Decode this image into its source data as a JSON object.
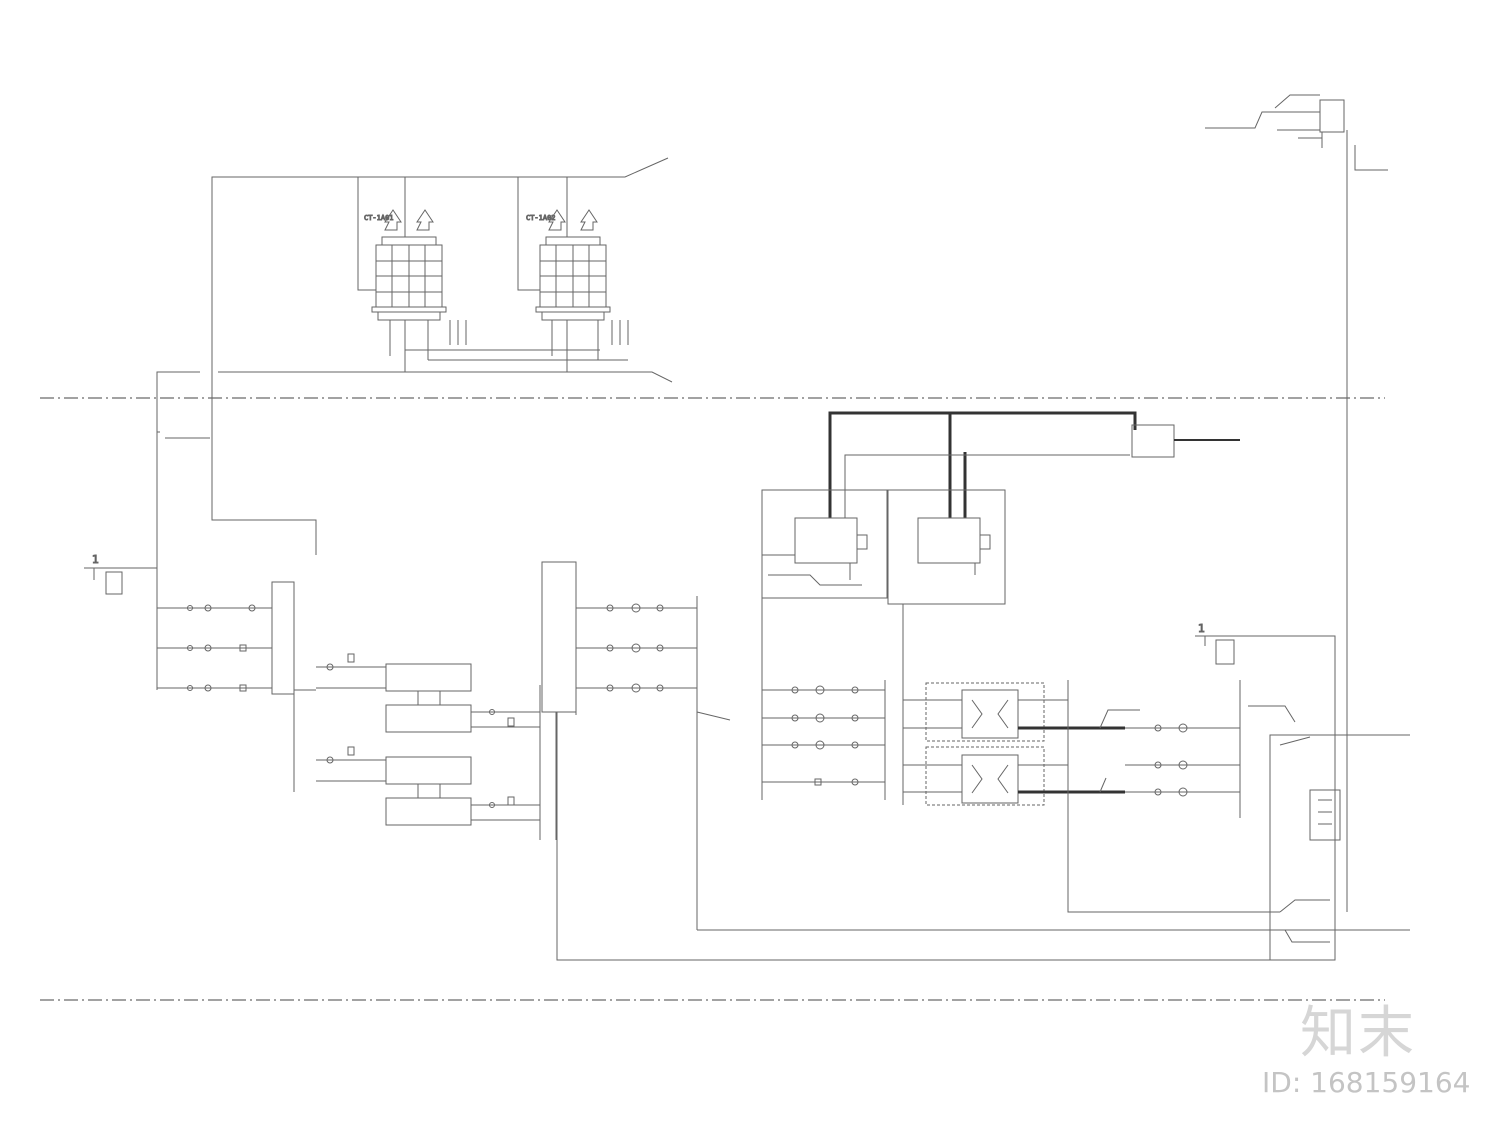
{
  "tower_labels": [
    "CT-1A01",
    "CT-1A02"
  ],
  "level_labels": [
    "1",
    "1"
  ],
  "watermark": {
    "logo_text": "知末",
    "id_text": "ID: 168159164"
  },
  "colors": {
    "line": "#666666",
    "heavy": "#333333",
    "dashdot": "#444444"
  }
}
